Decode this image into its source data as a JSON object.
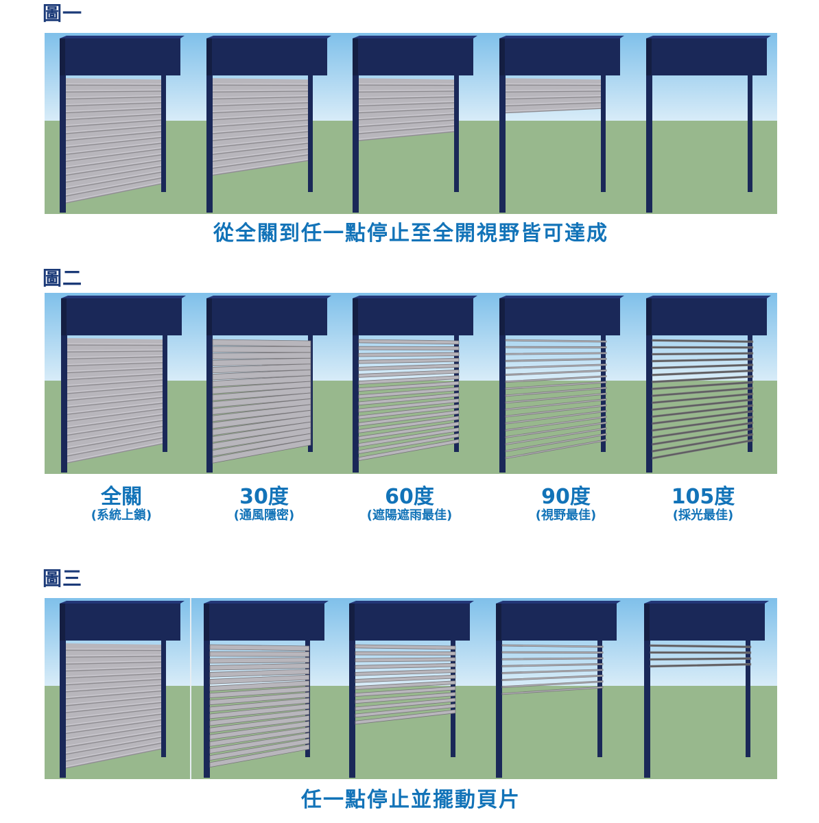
{
  "colors": {
    "sky_top": "#7fc0ea",
    "sky_bottom": "#d8ecf8",
    "grass": "#98b88d",
    "frame": "#1a2858",
    "slat": "#b8b6bc",
    "caption": "#1273b8",
    "fig_label": "#1b3a78"
  },
  "figure1": {
    "label": "圖一",
    "caption": "從全關到任一點停止至全開視野皆可達成",
    "units": [
      {
        "open_fraction": 0.0,
        "slat_angle_deg": 0
      },
      {
        "open_fraction": 0.25,
        "slat_angle_deg": 0
      },
      {
        "open_fraction": 0.5,
        "slat_angle_deg": 0
      },
      {
        "open_fraction": 0.75,
        "slat_angle_deg": 0
      },
      {
        "open_fraction": 1.0,
        "slat_angle_deg": 0
      }
    ]
  },
  "figure2": {
    "label": "圖二",
    "units": [
      {
        "title": "全關",
        "subtitle": "(系統上鎖)",
        "open_fraction": 0.0,
        "slat_angle_deg": 0
      },
      {
        "title": "30度",
        "subtitle": "(通風隱密)",
        "open_fraction": 0.0,
        "slat_angle_deg": 30
      },
      {
        "title": "60度",
        "subtitle": "(遮陽遮雨最佳)",
        "open_fraction": 0.0,
        "slat_angle_deg": 60
      },
      {
        "title": "90度",
        "subtitle": "(視野最佳)",
        "open_fraction": 0.0,
        "slat_angle_deg": 90
      },
      {
        "title": "105度",
        "subtitle": "(採光最佳)",
        "open_fraction": 0.0,
        "slat_angle_deg": 105
      }
    ]
  },
  "figure3": {
    "label": "圖三",
    "caption": "任一點停止並擺動頁片",
    "units": [
      {
        "open_fraction": 0.0,
        "slat_angle_deg": 0
      },
      {
        "open_fraction": 0.0,
        "slat_angle_deg": 45
      },
      {
        "open_fraction": 0.35,
        "slat_angle_deg": 60
      },
      {
        "open_fraction": 0.55,
        "slat_angle_deg": 90
      },
      {
        "open_fraction": 0.8,
        "slat_angle_deg": 105
      }
    ]
  }
}
